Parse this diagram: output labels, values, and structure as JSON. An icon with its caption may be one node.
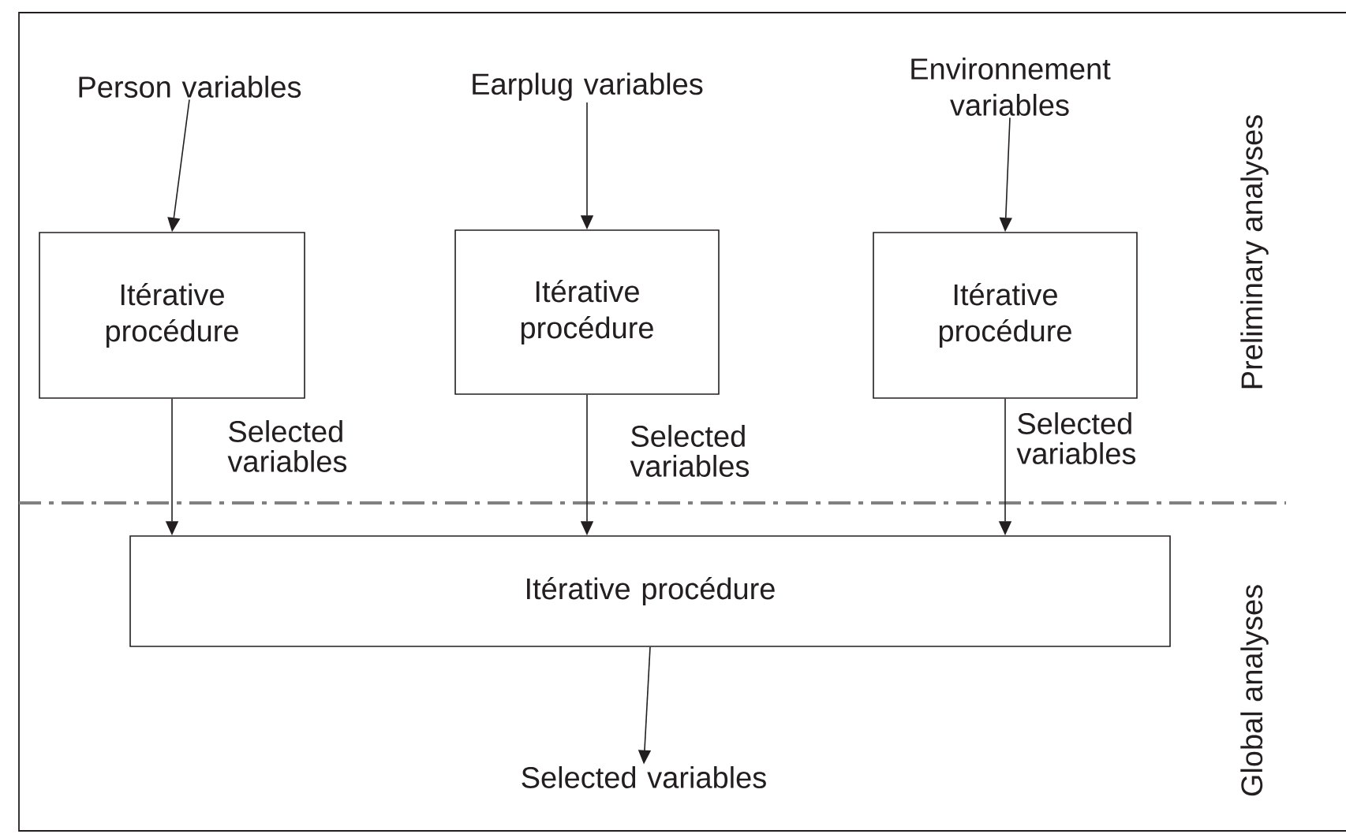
{
  "diagram": {
    "nodes": [
      {
        "text": [
          "Person variables"
        ]
      },
      {
        "text": [
          "Earplug variables"
        ]
      },
      {
        "text": [
          "Environnement variables"
        ]
      },
      {
        "text": [
          "Itérative procédure"
        ]
      },
      {
        "text": [
          "Itérative procédure"
        ]
      },
      {
        "text": [
          "Itérative procédure"
        ]
      },
      {
        "text": [
          "Itérative procédure"
        ]
      },
      {
        "text": [
          "Selected variables"
        ]
      }
    ],
    "edges": [
      {
        "from": 0,
        "to": 3,
        "arrow": "to"
      },
      {
        "from": 1,
        "to": 4,
        "arrow": "to"
      },
      {
        "from": 2,
        "to": 5,
        "arrow": "to"
      },
      {
        "from": 3,
        "to": 6,
        "arrow": "to",
        "label": "Selected variables"
      },
      {
        "from": 4,
        "to": 6,
        "arrow": "to",
        "label": "Selected variables"
      },
      {
        "from": 5,
        "to": 6,
        "arrow": "to",
        "label": "Selected variables"
      },
      {
        "from": 6,
        "to": 7,
        "arrow": "to"
      }
    ],
    "labels": [
      "Preliminary analyses",
      "Global analyses"
    ]
  }
}
